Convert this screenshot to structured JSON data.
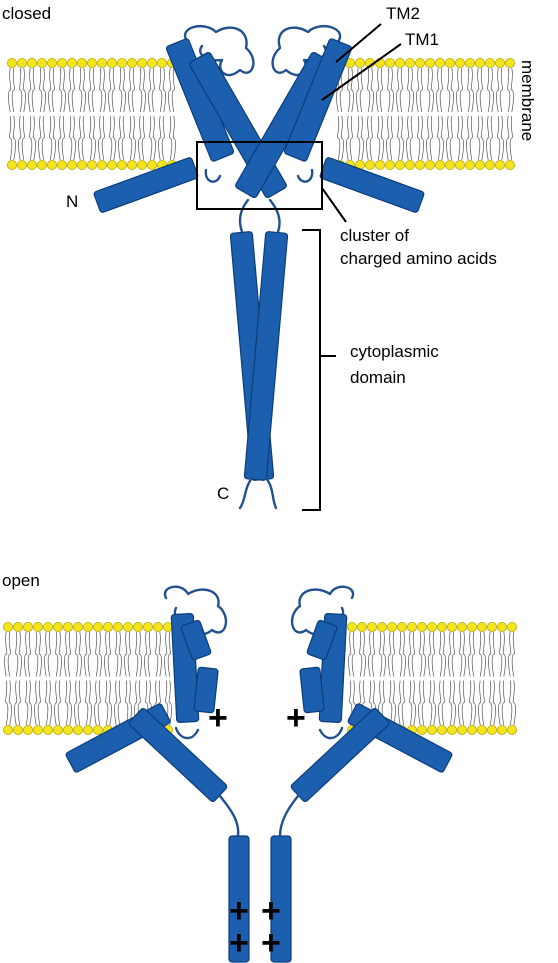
{
  "panels": {
    "closed": {
      "title": "closed"
    },
    "open": {
      "title": "open"
    }
  },
  "labels": {
    "tm2": "TM2",
    "tm1": "TM1",
    "membrane": "membrane",
    "n_terminus": "N",
    "c_terminus": "C",
    "cluster_line1": "cluster of",
    "cluster_line2": "charged amino acids",
    "cytoplasmic_line1": "cytoplasmic",
    "cytoplasmic_line2": "domain"
  },
  "charges": {
    "plus": "+"
  },
  "colors": {
    "helix": "#1b5fae",
    "lipid_head": "#f2e51e",
    "background": "#ffffff"
  }
}
